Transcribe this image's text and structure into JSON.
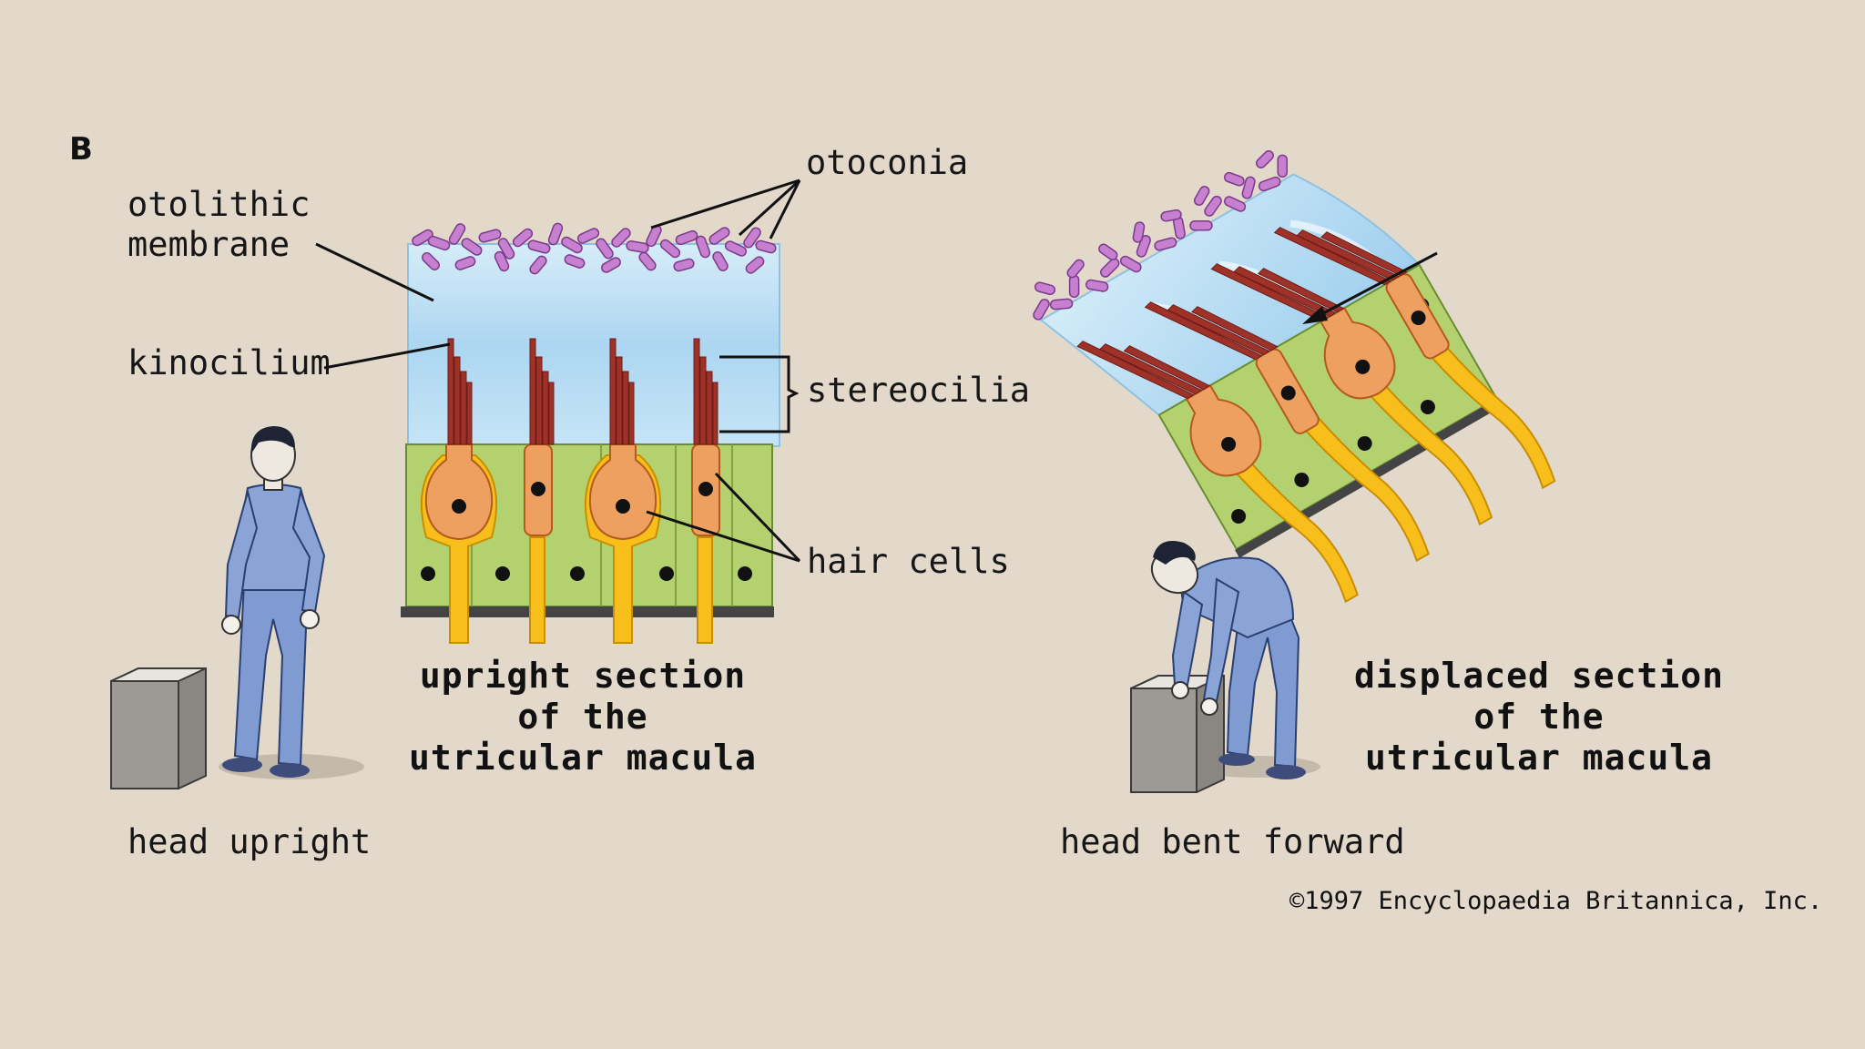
{
  "panel_letter": "B",
  "labels": {
    "otoconia": "otoconia",
    "otolithic_membrane": [
      "otolithic",
      "membrane"
    ],
    "kinocilium": "kinocilium",
    "stereocilia": "stereocilia",
    "hair_cells": "hair cells"
  },
  "captions": {
    "upright": [
      "upright section",
      "of the",
      "utricular macula"
    ],
    "displaced": [
      "displaced section",
      "of the",
      "utricular macula"
    ]
  },
  "figure_labels": {
    "head_upright": "head upright",
    "head_bent": "head bent forward"
  },
  "copyright": "©1997 Encyclopaedia Britannica, Inc.",
  "colors": {
    "background": "#e2d9cb",
    "otoconia": "#c77fd0",
    "membrane": "#bfe1f5",
    "hair_cell": "#eda060",
    "nerve": "#f7be1c",
    "support_cells": "#b3d26f",
    "stereocilia": "#9e3228",
    "clothing": "#7f9bd2"
  }
}
